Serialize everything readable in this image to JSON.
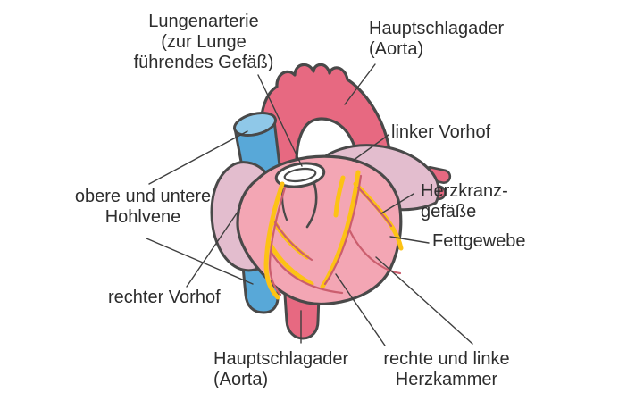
{
  "diagram": {
    "labels": {
      "lungenarterie": "Lungenarterie\n(zur Lunge\nführendes Gefäß)",
      "hauptschlagader_oben": "Hauptschlagader\n(Aorta)",
      "linker_vorhof": "linker Vorhof",
      "herzkranzgefaesse": "Herzkranz-\ngefäße",
      "fettgewebe": "Fettgewebe",
      "hohlvene": "obere und untere\nHohlvene",
      "rechter_vorhof": "rechter Vorhof",
      "hauptschlagader_unten": "Hauptschlagader\n(Aorta)",
      "herzkammer": "rechte und linke\nHerzkammer"
    },
    "colors": {
      "background": "#FFFFFF",
      "outline": "#494949",
      "leader_line": "#3F3F3F",
      "label_text": "#2D2D2D",
      "aorta_pink": "#E76981",
      "heart_pink": "#F3A6B4",
      "atrium_mauve": "#E3BDCE",
      "vein_blue": "#58A8D8",
      "vein_blue_light": "#8FC8E8",
      "coronary_yellow": "#FDC215",
      "coronary_red": "#CB5E6E"
    }
  }
}
